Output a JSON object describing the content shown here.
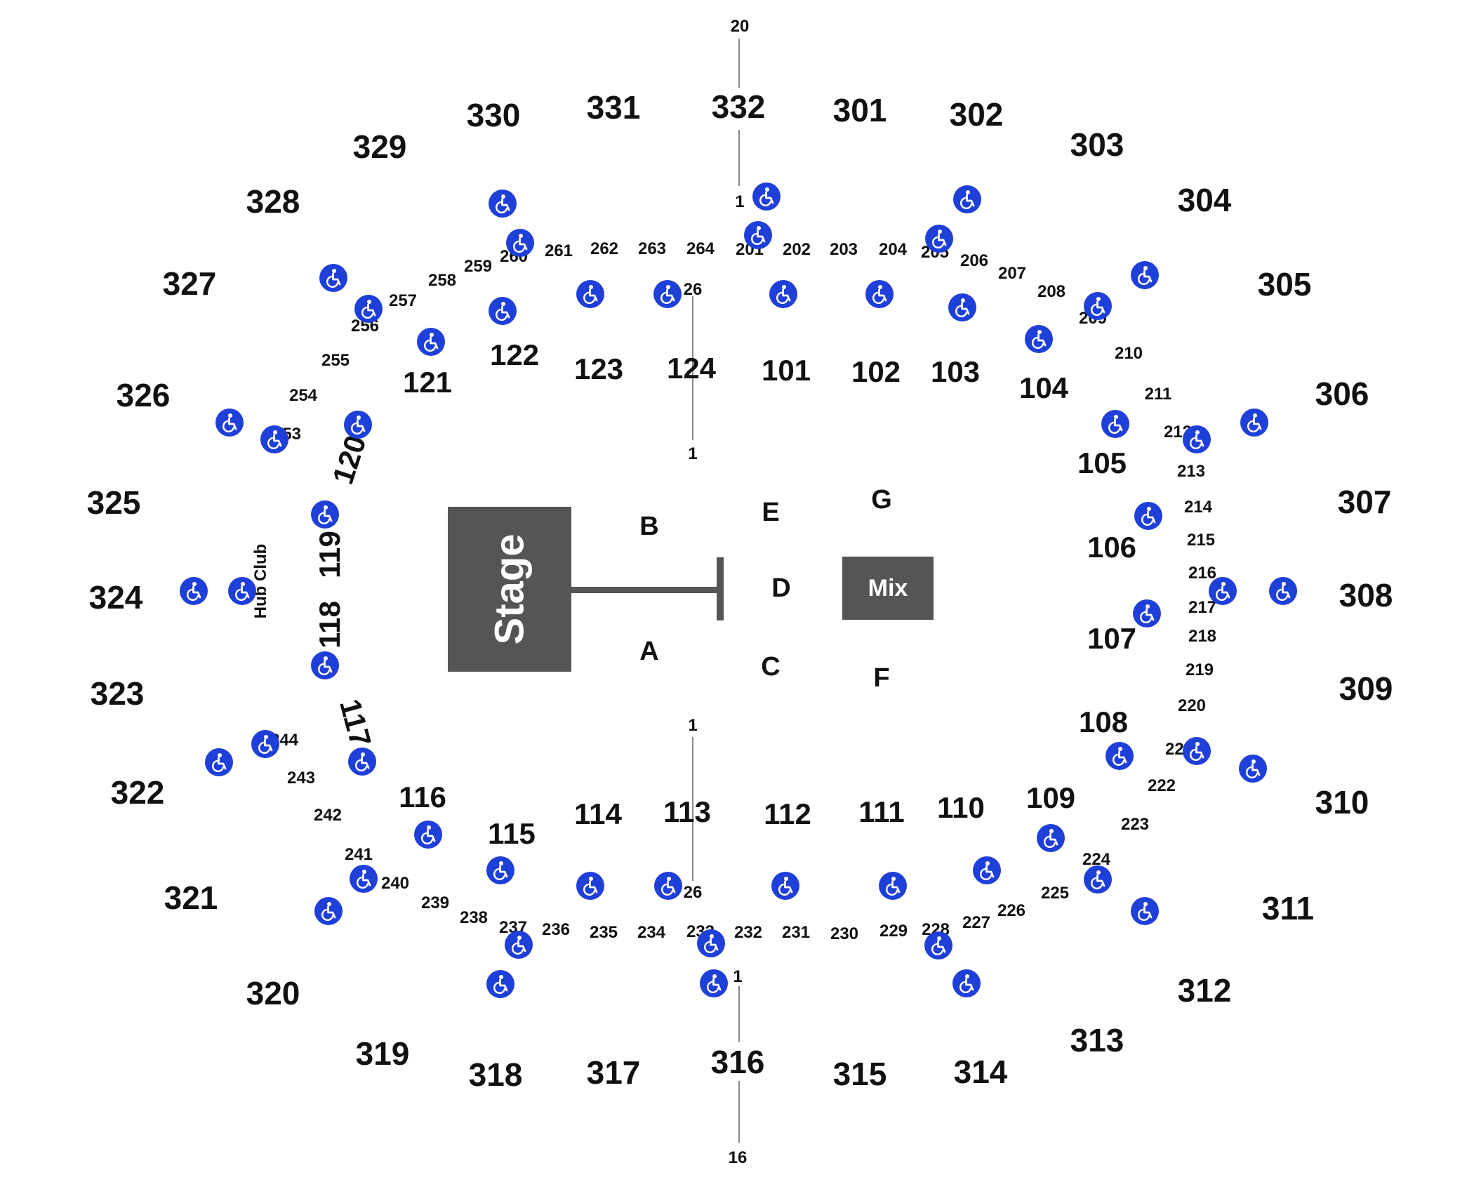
{
  "stage": {
    "label": "Stage"
  },
  "mix": {
    "label": "Mix"
  },
  "hub_club": "Hub Club",
  "floor_sections": [
    "A",
    "B",
    "C",
    "D",
    "E",
    "F",
    "G"
  ],
  "sections_300": [
    "301",
    "302",
    "303",
    "304",
    "305",
    "306",
    "307",
    "308",
    "309",
    "310",
    "311",
    "312",
    "313",
    "314",
    "315",
    "316",
    "317",
    "318",
    "319",
    "320",
    "321",
    "322",
    "323",
    "324",
    "325",
    "326",
    "327",
    "328",
    "329",
    "330",
    "331",
    "332"
  ],
  "sections_100": [
    "101",
    "102",
    "103",
    "104",
    "105",
    "106",
    "107",
    "108",
    "109",
    "110",
    "111",
    "112",
    "113",
    "114",
    "115",
    "116",
    "117",
    "118",
    "119",
    "120",
    "121",
    "122",
    "123",
    "124"
  ],
  "sections_200": [
    "201",
    "202",
    "203",
    "204",
    "205",
    "206",
    "207",
    "208",
    "209",
    "210",
    "211",
    "212",
    "213",
    "214",
    "215",
    "216",
    "217",
    "218",
    "219",
    "220",
    "221",
    "222",
    "223",
    "224",
    "225",
    "226",
    "227",
    "228",
    "229",
    "230",
    "231",
    "232",
    "233",
    "234",
    "235",
    "236",
    "237",
    "238",
    "239",
    "240",
    "241",
    "242",
    "243",
    "244",
    "253",
    "254",
    "255",
    "256",
    "257",
    "258",
    "259",
    "260",
    "261",
    "262",
    "263",
    "264"
  ],
  "row_markers": [
    "20",
    "1",
    "26",
    "1",
    "1",
    "26",
    "1",
    "16"
  ],
  "icons": {
    "accessible": "wheelchair-accessible-icon"
  },
  "colors": {
    "accessible": "#1f3fd9",
    "block": "#555555",
    "text": "#111111",
    "line": "#8a8a8a"
  }
}
